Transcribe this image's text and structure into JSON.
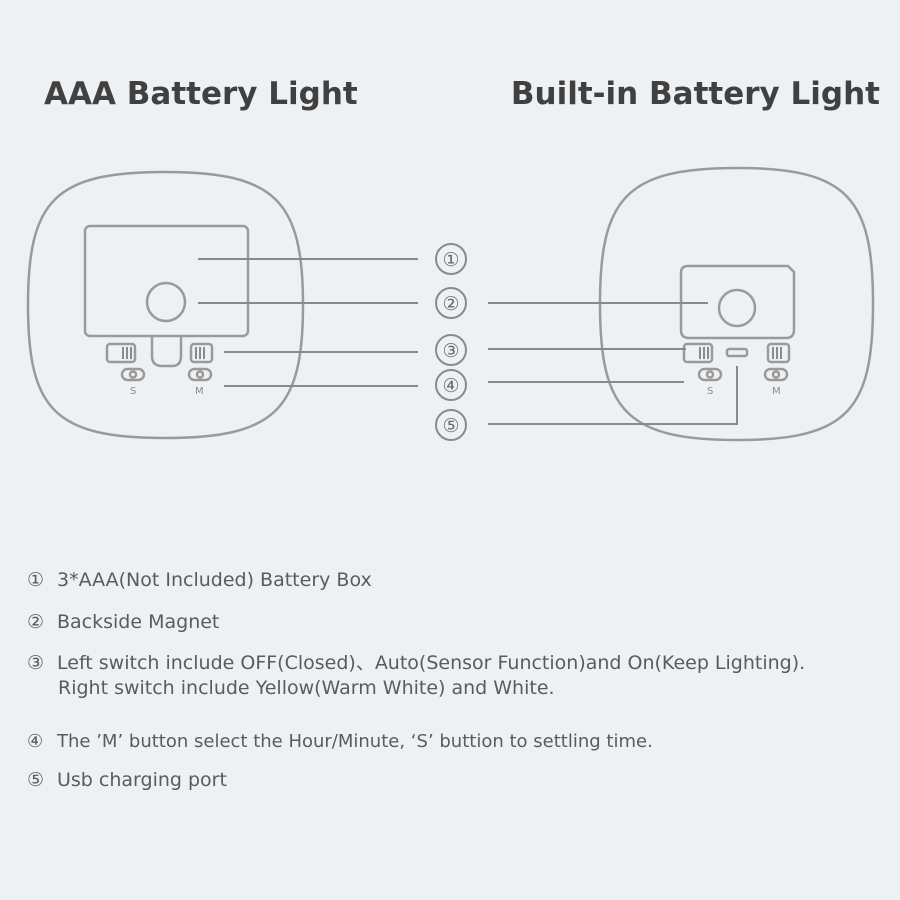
{
  "titles": {
    "left": "AAA Battery Light",
    "right": "Built-in Battery Light"
  },
  "callouts": [
    "①",
    "②",
    "③",
    "④",
    "⑤"
  ],
  "button_labels": {
    "s": "S",
    "m": "M"
  },
  "legend": [
    {
      "num": "①",
      "text": "3*AAA(Not Included) Battery Box"
    },
    {
      "num": "②",
      "text": "Backside Magnet"
    },
    {
      "num": "③",
      "text": "Left switch include OFF(Closed)、Auto(Sensor Function)and On(Keep Lighting).",
      "text2": "Right switch include Yellow(Warm White) and White."
    },
    {
      "num": "④",
      "text": "The ’M’ button select the Hour/Minute, ‘S’ buttion to settling time."
    },
    {
      "num": "⑤",
      "text": "Usb charging port"
    }
  ]
}
